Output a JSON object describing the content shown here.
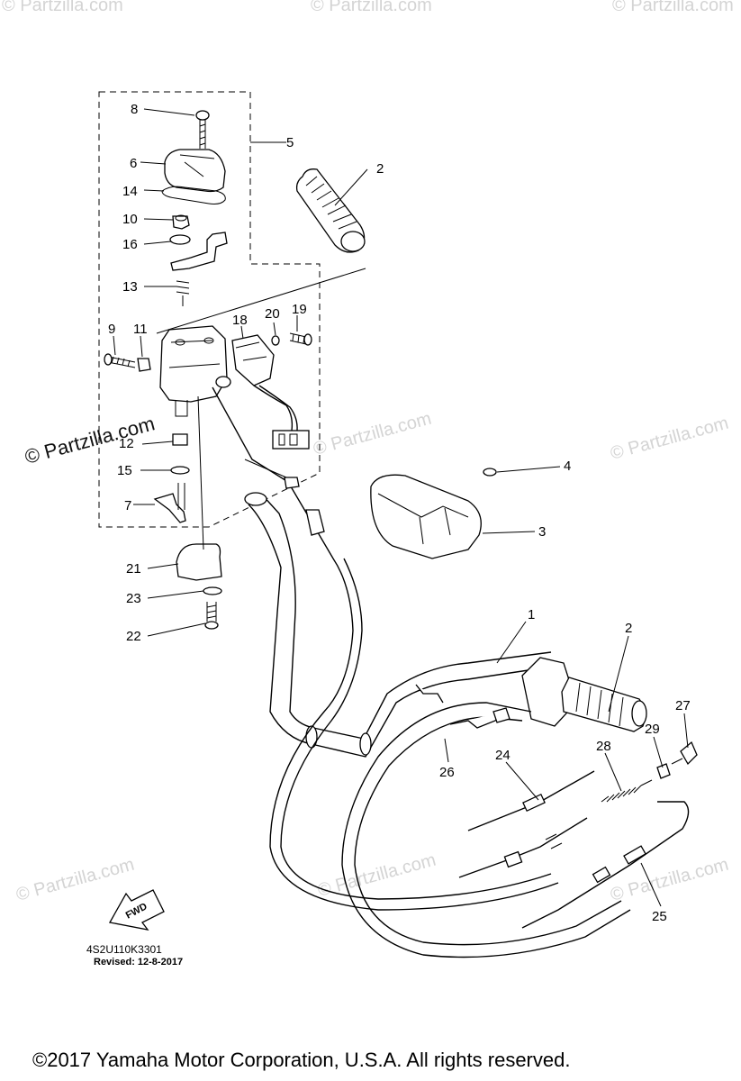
{
  "callouts": [
    {
      "id": "c8",
      "text": "8"
    },
    {
      "id": "c5",
      "text": "5"
    },
    {
      "id": "c6",
      "text": "6"
    },
    {
      "id": "c2a",
      "text": "2"
    },
    {
      "id": "c14",
      "text": "14"
    },
    {
      "id": "c10",
      "text": "10"
    },
    {
      "id": "c16",
      "text": "16"
    },
    {
      "id": "c13",
      "text": "13"
    },
    {
      "id": "c9",
      "text": "9"
    },
    {
      "id": "c11",
      "text": "11"
    },
    {
      "id": "c18",
      "text": "18"
    },
    {
      "id": "c20",
      "text": "20"
    },
    {
      "id": "c19",
      "text": "19"
    },
    {
      "id": "c12",
      "text": "12"
    },
    {
      "id": "c15",
      "text": "15"
    },
    {
      "id": "c7",
      "text": "7"
    },
    {
      "id": "c4",
      "text": "4"
    },
    {
      "id": "c3",
      "text": "3"
    },
    {
      "id": "c21",
      "text": "21"
    },
    {
      "id": "c23",
      "text": "23"
    },
    {
      "id": "c22",
      "text": "22"
    },
    {
      "id": "c1",
      "text": "1"
    },
    {
      "id": "c2b",
      "text": "2"
    },
    {
      "id": "c27",
      "text": "27"
    },
    {
      "id": "c29",
      "text": "29"
    },
    {
      "id": "c28",
      "text": "28"
    },
    {
      "id": "c24",
      "text": "24"
    },
    {
      "id": "c26",
      "text": "26"
    },
    {
      "id": "c25",
      "text": "25"
    }
  ],
  "watermark": {
    "text": "© Partzilla.com",
    "main_text": "© Partzilla.com"
  },
  "fwd_label": "FWD",
  "diagram_code": "4S2U110K3301",
  "revised": "Revised: 12-8-2017",
  "copyright": "©2017  Yamaha Motor Corporation, U.S.A. All rights reserved."
}
